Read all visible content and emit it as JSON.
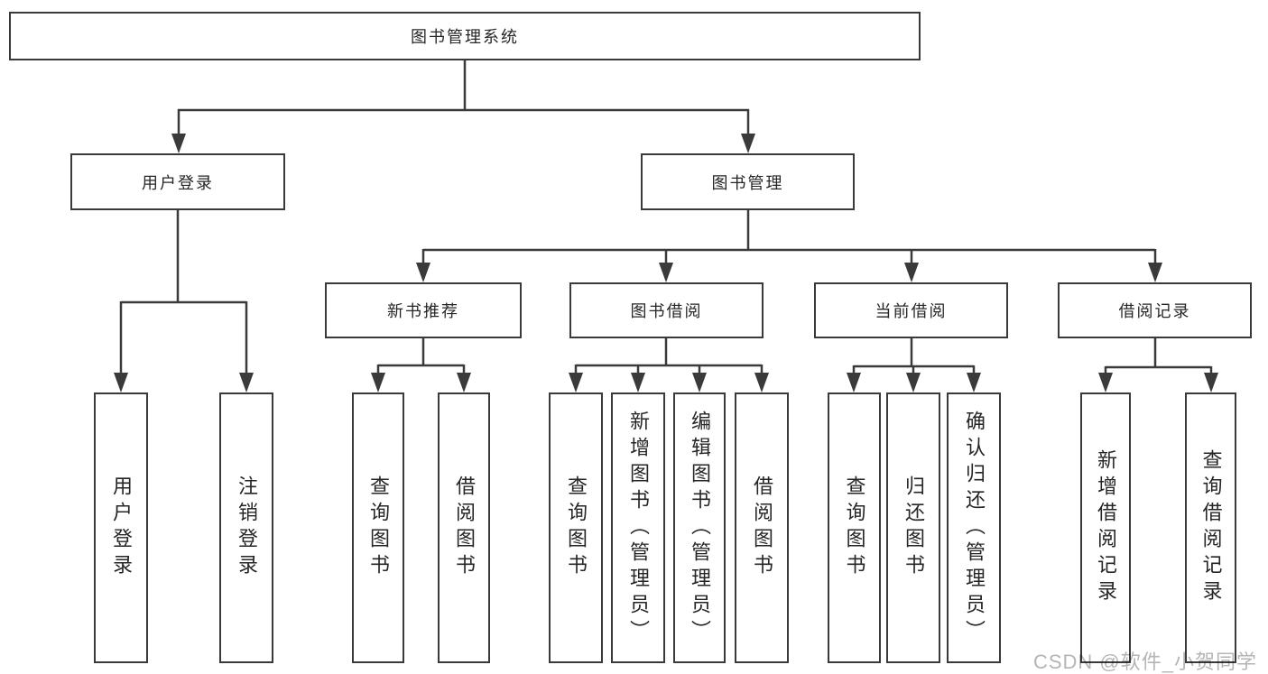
{
  "palette": {
    "line_color": "#3a3a3a",
    "text_color": "#262626",
    "box_background": "#ffffff",
    "watermark_color": "#b5b5b5"
  },
  "watermark": {
    "text": "CSDN @软件_小贺同学"
  },
  "tree": {
    "root": "图书管理系统",
    "branches": [
      {
        "label": "用户登录",
        "children": [
          "用户登录",
          "注销登录"
        ]
      },
      {
        "label": "图书管理",
        "sections": [
          {
            "label": "新书推荐",
            "children": [
              "查询图书",
              "借阅图书"
            ]
          },
          {
            "label": "图书借阅",
            "children": [
              "查询图书",
              "新增图书（管理员）",
              "编辑图书（管理员）",
              "借阅图书"
            ]
          },
          {
            "label": "当前借阅",
            "children": [
              "查询图书",
              "归还图书",
              "确认归还（管理员）"
            ]
          },
          {
            "label": "借阅记录",
            "children": [
              "新增借阅记录",
              "查询借阅记录"
            ]
          }
        ]
      }
    ]
  }
}
